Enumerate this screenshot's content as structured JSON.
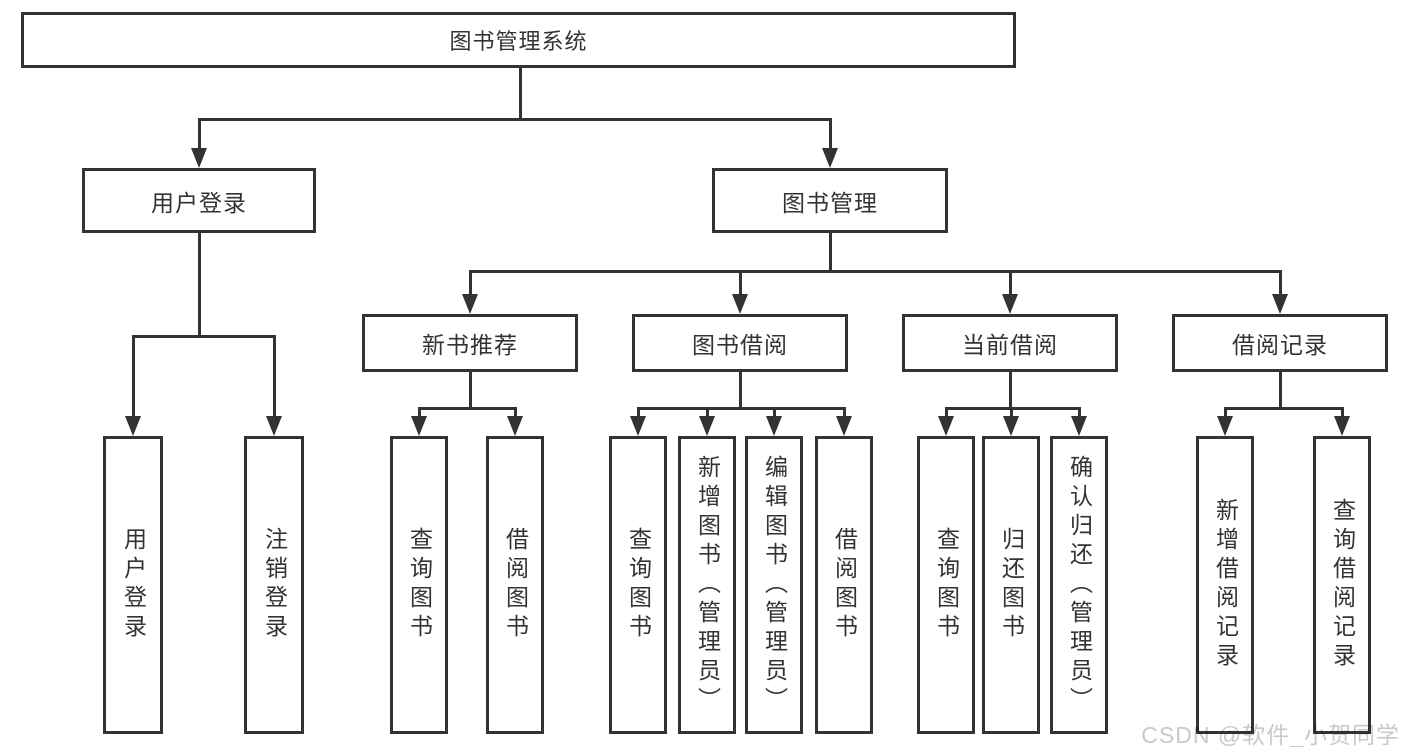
{
  "tree": {
    "root": {
      "label": "图书管理系统",
      "children": [
        {
          "label": "用户登录",
          "children": [
            {
              "label": "用户登录"
            },
            {
              "label": "注销登录"
            }
          ]
        },
        {
          "label": "图书管理",
          "children": [
            {
              "label": "新书推荐",
              "children": [
                {
                  "label": "查询图书"
                },
                {
                  "label": "借阅图书"
                }
              ]
            },
            {
              "label": "图书借阅",
              "children": [
                {
                  "label": "查询图书"
                },
                {
                  "label": "新增图书（管理员）"
                },
                {
                  "label": "编辑图书（管理员）"
                },
                {
                  "label": "借阅图书"
                }
              ]
            },
            {
              "label": "当前借阅",
              "children": [
                {
                  "label": "查询图书"
                },
                {
                  "label": "归还图书"
                },
                {
                  "label": "确认归还（管理员）"
                }
              ]
            },
            {
              "label": "借阅记录",
              "children": [
                {
                  "label": "新增借阅记录"
                },
                {
                  "label": "查询借阅记录"
                }
              ]
            }
          ]
        }
      ]
    }
  },
  "watermark": {
    "text": "CSDN @软件_小贺同学"
  },
  "colors": {
    "line": "#333333",
    "text": "#333333",
    "watermark": "#c9c9c9",
    "background": "#ffffff"
  }
}
